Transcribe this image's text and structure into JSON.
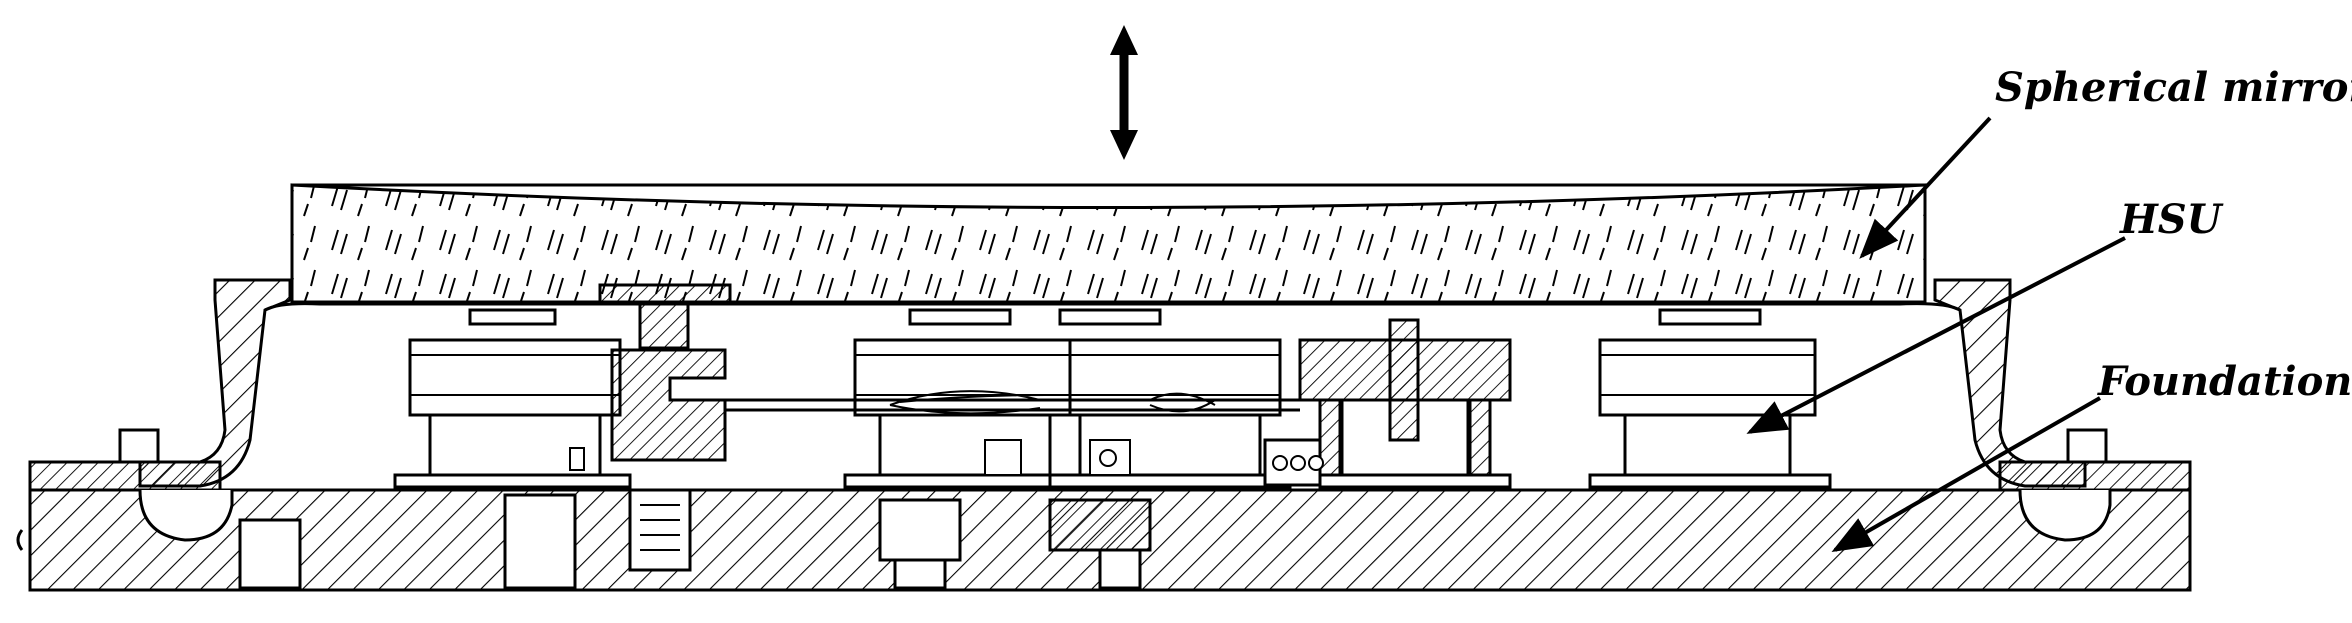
{
  "labels": {
    "spherical_mirror": "Spherical mirror",
    "hsu": "HSU",
    "foundation": "Foundation"
  },
  "colors": {
    "line": "#000000",
    "background": "#ffffff"
  }
}
